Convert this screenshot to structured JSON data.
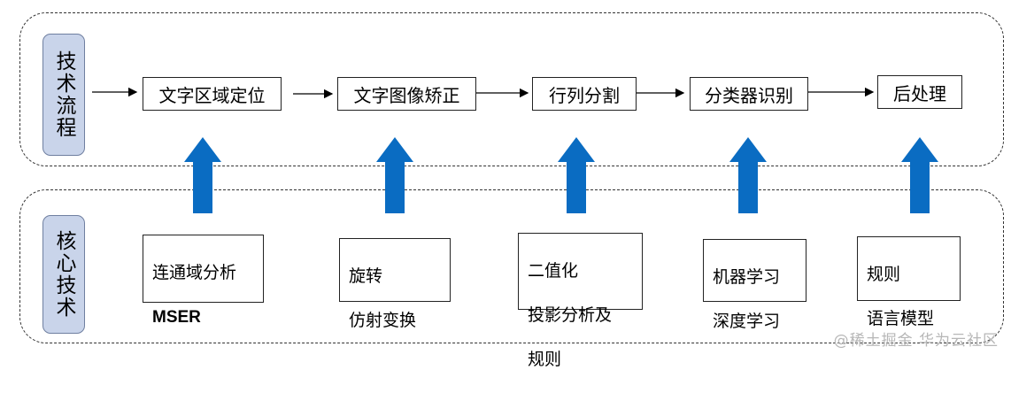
{
  "groups": {
    "process_label": "技术流程",
    "core_label": "核心技术"
  },
  "steps": [
    "文字区域定位",
    "文字图像矫正",
    "行列分割",
    "分类器识别",
    "后处理"
  ],
  "techniques": [
    [
      "连通域分析",
      "MSER"
    ],
    [
      "旋转",
      "仿射变换"
    ],
    [
      "二值化",
      "投影分析及",
      "规则"
    ],
    [
      "机器学习",
      "深度学习"
    ],
    [
      "规则",
      "语言模型"
    ]
  ],
  "watermark": "@稀土掘金 华为云社区",
  "colors": {
    "up_arrow": "#0a6cc2",
    "label_fill": "#c9d4ea"
  }
}
